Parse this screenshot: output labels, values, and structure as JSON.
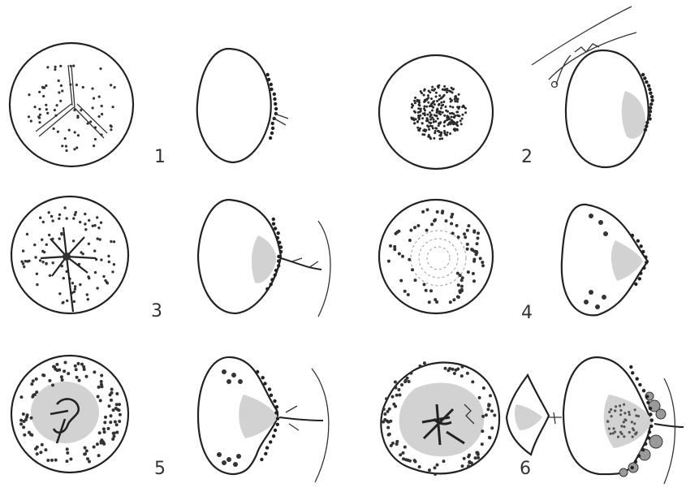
{
  "stages": [
    {
      "number": "1"
    },
    {
      "number": "2"
    },
    {
      "number": "3"
    },
    {
      "number": "4"
    },
    {
      "number": "5"
    },
    {
      "number": "6"
    }
  ],
  "colors": {
    "ink": "#222222",
    "shade": "#d2d2d2",
    "background": "#ffffff"
  }
}
